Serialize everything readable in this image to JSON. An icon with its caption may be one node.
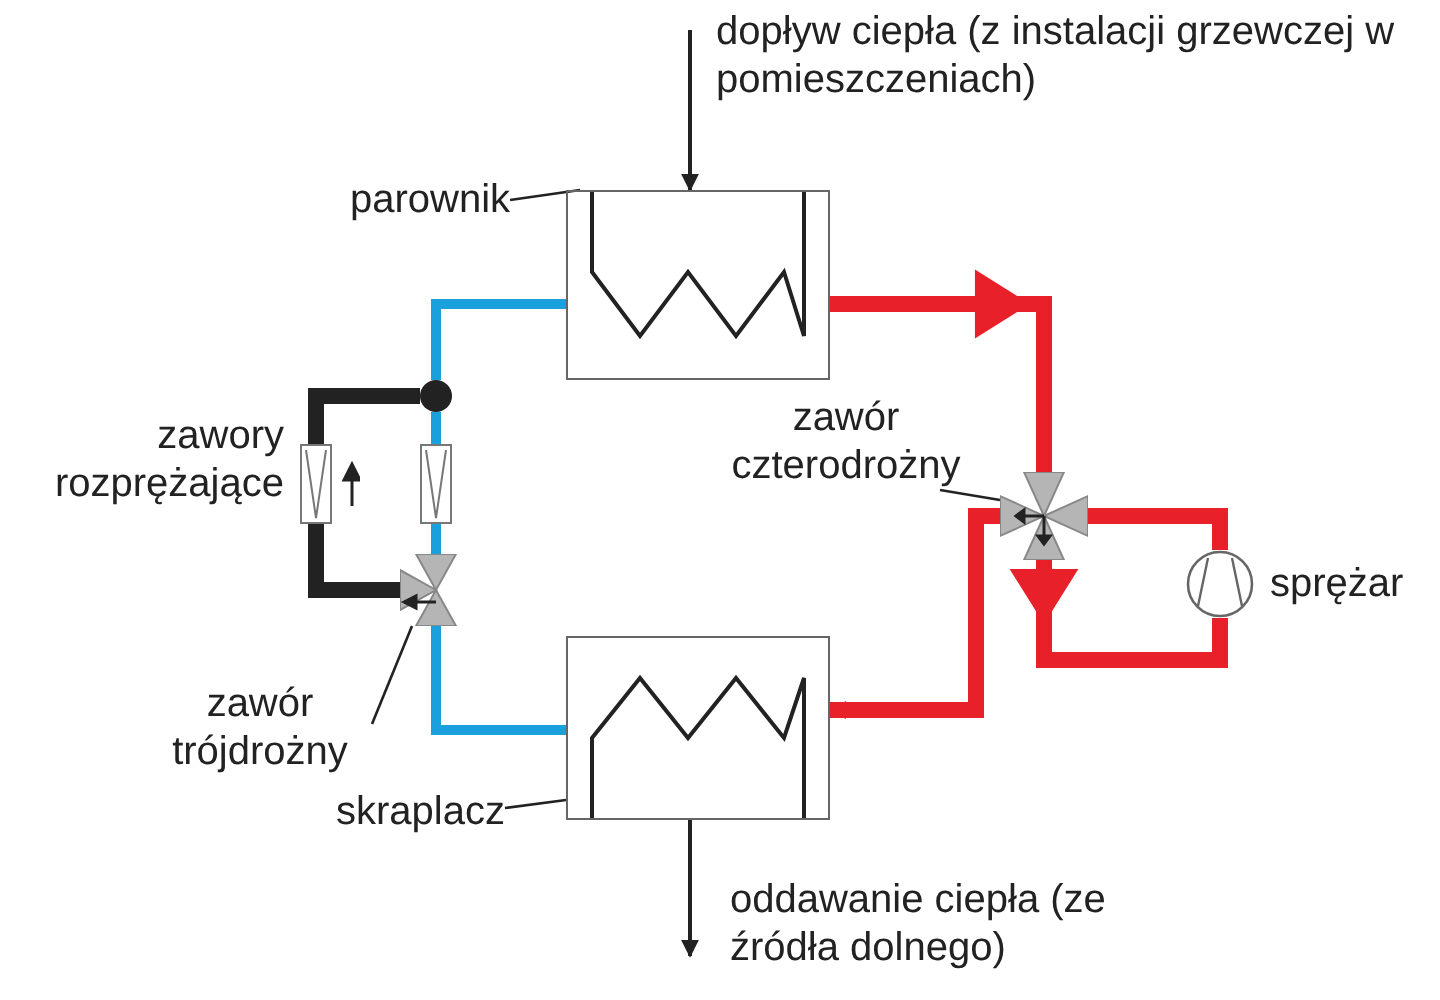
{
  "diagram": {
    "nodes": [
      {
        "text": [
          "parownik"
        ]
      },
      {
        "text": [],
        "shape": "box"
      },
      {
        "text": [
          "zawór czterodrożny"
        ]
      },
      {
        "text": [],
        "shape": "valve"
      },
      {
        "text": [],
        "shape": "circle",
        "beside": [
          "sprężar"
        ]
      },
      {
        "text": [],
        "shape": "circle"
      },
      {
        "text": [],
        "shape": "box"
      },
      {
        "text": [],
        "shape": "box"
      },
      {
        "text": [],
        "shape": "valve"
      },
      {
        "text": [
          "zawór trójdrożny"
        ]
      },
      {
        "text": [],
        "shape": "box"
      },
      {
        "text": [
          "skraplacz"
        ]
      },
      {
        "text": [
          "dopływ ciepła (z instalacji grzewczej w pomieszczeniach)"
        ]
      },
      {
        "text": [
          "oddawanie ciepła (ze źródła dolnego)"
        ]
      }
    ],
    "edges": [
      {
        "from": 0,
        "to": 1,
        "arrow": "none"
      },
      {
        "from": 12,
        "to": 1,
        "arrow": "to"
      },
      {
        "from": 1,
        "to": 3,
        "arrow": "to",
        "color": "#e8202a"
      },
      {
        "from": 2,
        "to": 3,
        "arrow": "none"
      },
      {
        "from": 3,
        "to": 4,
        "arrow": "to",
        "color": "#e8202a"
      },
      {
        "from": 4,
        "to": 3,
        "arrow": "none",
        "color": "#e8202a"
      },
      {
        "from": 3,
        "to": 10,
        "arrow": "to",
        "color": "#e8202a"
      },
      {
        "from": 10,
        "to": 8,
        "arrow": "none",
        "color": "#1aa0dc"
      },
      {
        "from": 8,
        "to": 7,
        "arrow": "none",
        "color": "#1aa0dc"
      },
      {
        "from": 7,
        "to": 5,
        "arrow": "none",
        "color": "#1aa0dc"
      },
      {
        "from": 5,
        "to": 1,
        "arrow": "none",
        "color": "#1aa0dc"
      },
      {
        "from": 8,
        "to": 6,
        "arrow": "none"
      },
      {
        "from": 6,
        "to": 5,
        "arrow": "none"
      },
      {
        "from": 9,
        "to": 8,
        "arrow": "none"
      },
      {
        "from": 11,
        "to": 10,
        "arrow": "none"
      },
      {
        "from": 10,
        "to": 13,
        "arrow": "to"
      }
    ],
    "labels": [
      "zawory rozprężające"
    ]
  }
}
